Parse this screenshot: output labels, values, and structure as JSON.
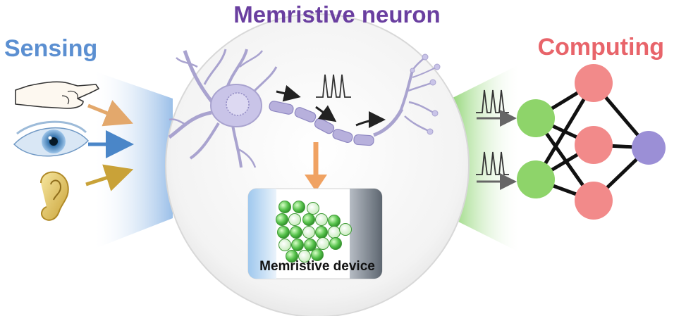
{
  "titles": {
    "main": "Memristive neuron",
    "left": "Sensing",
    "right": "Computing",
    "device": "Memristive device"
  },
  "colors": {
    "neuron_title": "#6a3fa0",
    "sensing_title": "#5b8fd1",
    "computing_title": "#e8646a",
    "input_node": "#8ed46a",
    "hidden_node": "#f28a8a",
    "output_node": "#9b8fd6",
    "sensing_arrow_touch": "#e3a86c",
    "sensing_arrow_eye": "#4a86c8",
    "sensing_arrow_ear": "#c9a238",
    "neuron_arrow": "#f0a262"
  },
  "icons": {
    "touch": "pointing-hand-icon",
    "vision": "eye-icon",
    "hearing": "ear-icon"
  }
}
